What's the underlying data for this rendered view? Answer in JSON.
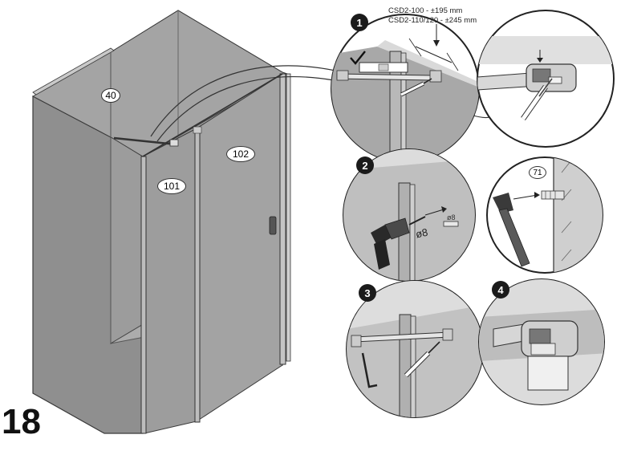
{
  "page": {
    "number": "18"
  },
  "callouts": {
    "c40": "40",
    "c101": "101",
    "c102": "102",
    "c71": "71"
  },
  "steps": {
    "s1": "1",
    "s2": "2",
    "s3": "3",
    "s4": "4"
  },
  "spec": {
    "line1": "CSD2-100 - ±195 mm",
    "line2": "CSD2-110/120 - ±245 mm"
  },
  "drill": {
    "diameter_large": "ø8",
    "diameter_small": "ø8"
  },
  "colors": {
    "panel": "#8c8c8c",
    "panel_dark": "#6e6e6e",
    "glass": "#9a9a9a",
    "outline": "#3a3a3a"
  }
}
